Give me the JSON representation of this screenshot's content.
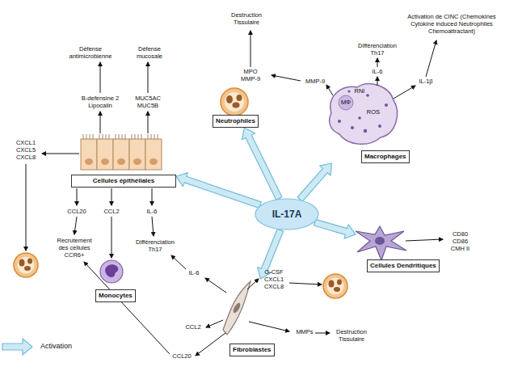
{
  "diagram": {
    "nodes": [
      {
        "text": [
          "Neutrophiles"
        ]
      },
      {
        "text": [
          "Macrophages"
        ]
      },
      {
        "text": [
          "Cellules épithéliales"
        ]
      },
      {
        "text": [
          "IL-17A"
        ]
      },
      {
        "text": [
          "Cellules Dendritiques"
        ]
      },
      {
        "text": [
          "Monocytes"
        ]
      },
      {
        "text": [
          "Fibroblastes"
        ]
      }
    ],
    "edges": [
      {
        "from": 3,
        "to": 0,
        "arrow": "to"
      },
      {
        "from": 3,
        "to": 1,
        "arrow": "to"
      },
      {
        "from": 3,
        "to": 2,
        "arrow": "to"
      },
      {
        "from": 3,
        "to": 4,
        "arrow": "to"
      },
      {
        "from": 3,
        "to": 6,
        "arrow": "to"
      }
    ],
    "labels": [
      "Destruction Tissulaire",
      "MPO MMP-9",
      "Différenciation Th17",
      "IL-6",
      "Activation de CINC (Chemokines Cytokine induced Neutrophiles Chemoattractant)",
      "IL-1β",
      "MMP-9",
      "RNI",
      "MΦ",
      "ROS",
      "Défense antimicrobienne",
      "Défense mucosale",
      "B-defensine 2 Lipocalin",
      "MUC5AC MUC5B",
      "CXCL1 CXCL5 CXCL8",
      "CCL20",
      "CCL2",
      "IL-6",
      "Recrutement des cellules CCR6+",
      "Différenciation Th17",
      "IL-6",
      "CD80 CD86 CMH II",
      "G-CSF CXCL1 CXCL8",
      "MMPs",
      "Destruction Tissulaire",
      "CCL2",
      "CCL20"
    ],
    "legend": [
      {
        "text": "Activation"
      }
    ]
  }
}
